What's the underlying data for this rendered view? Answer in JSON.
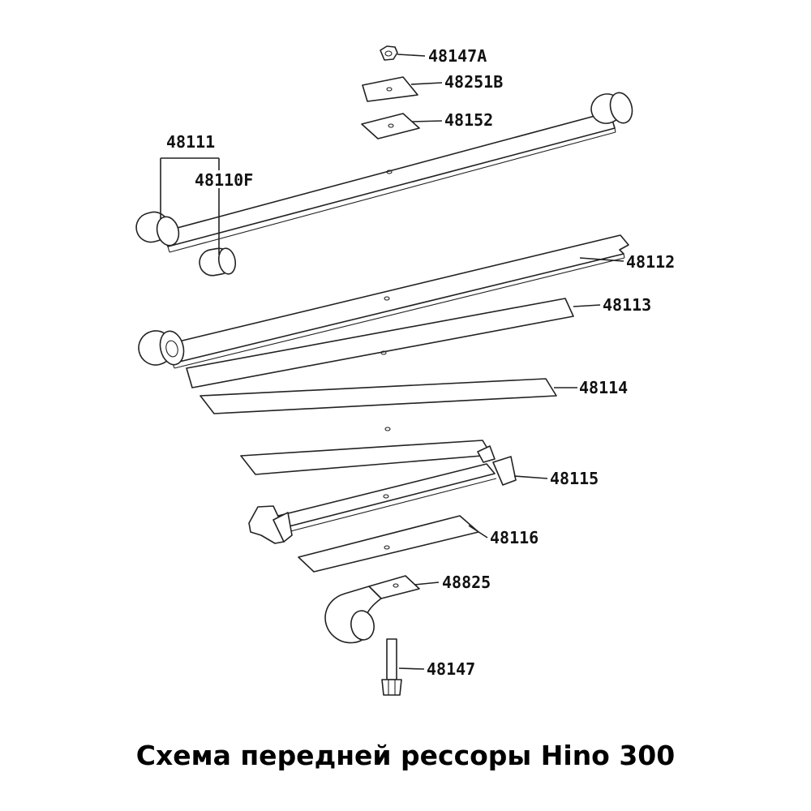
{
  "labels": {
    "nut": "48147A",
    "plate_top": "48251B",
    "plate_lower": "48152",
    "main_leaf": "48111",
    "bushing": "48110F",
    "leaf_2": "48112",
    "leaf_3": "48113",
    "leaf_4": "48114",
    "leaf_5": "48115",
    "leaf_6": "48116",
    "shackle": "48825",
    "bolt": "48147"
  },
  "caption": "Схема передней рессоры Hino 300"
}
